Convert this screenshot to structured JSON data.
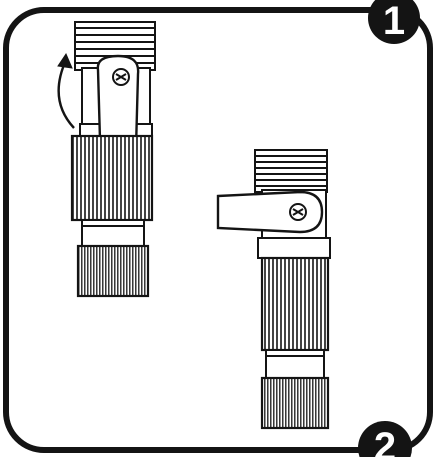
{
  "steps": [
    {
      "number": "1",
      "valve_state": "closed",
      "lever_position": "vertical",
      "rotation_arrow": true
    },
    {
      "number": "2",
      "valve_state": "open",
      "lever_position": "horizontal",
      "rotation_arrow": false
    }
  ],
  "colors": {
    "frame": "#141414",
    "badge_fill": "#141414",
    "badge_text": "#ffffff",
    "line": "#141414",
    "fill": "#ffffff"
  }
}
